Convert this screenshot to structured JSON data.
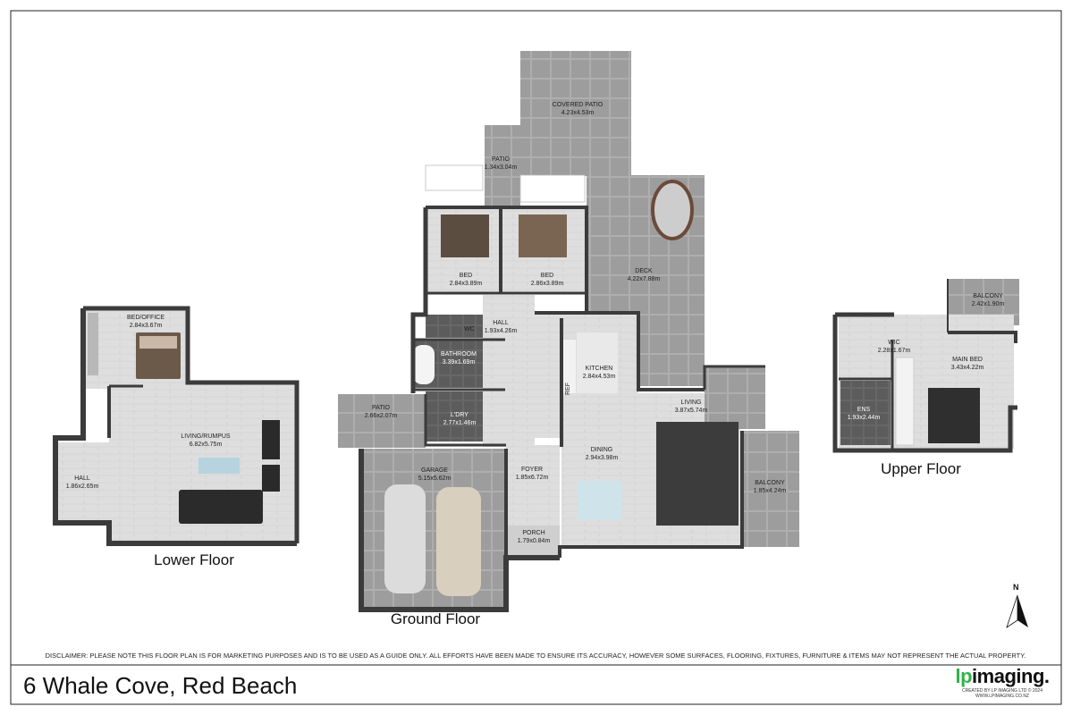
{
  "floors": {
    "lower": "Lower Floor",
    "ground": "Ground Floor",
    "upper": "Upper Floor"
  },
  "rooms": {
    "bed_office": {
      "name": "BED/OFFICE",
      "dims": "2.84x3.67m"
    },
    "living_rumpus": {
      "name": "LIVING/RUMPUS",
      "dims": "6.82x5.75m"
    },
    "hall_lower": {
      "name": "HALL",
      "dims": "1.86x2.65m"
    },
    "covered_patio": {
      "name": "COVERED PATIO",
      "dims": "4.23x4.53m"
    },
    "patio_top": {
      "name": "PATIO",
      "dims": "1.34x3.04m"
    },
    "bed1": {
      "name": "BED",
      "dims": "2.84x3.89m"
    },
    "bed2": {
      "name": "BED",
      "dims": "2.86x3.89m"
    },
    "deck": {
      "name": "DECK",
      "dims": "4.22x7.88m"
    },
    "wc": {
      "name": "WC",
      "dims": ""
    },
    "hall_ground": {
      "name": "HALL",
      "dims": "1.93x4.26m"
    },
    "bathroom": {
      "name": "BATHROOM",
      "dims": "3.39x1.69m"
    },
    "kitchen": {
      "name": "KITCHEN",
      "dims": "2.84x4.53m"
    },
    "ref": {
      "name": "REF",
      "dims": ""
    },
    "patio_left": {
      "name": "PATIO",
      "dims": "2.66x2.07m"
    },
    "ldry": {
      "name": "L'DRY",
      "dims": "2.77x1.46m"
    },
    "living": {
      "name": "LIVING",
      "dims": "3.87x5.74m"
    },
    "garage": {
      "name": "GARAGE",
      "dims": "5.15x5.62m"
    },
    "foyer": {
      "name": "FOYER",
      "dims": "1.85x6.72m"
    },
    "dining": {
      "name": "DINING",
      "dims": "2.94x3.98m"
    },
    "balcony_ground": {
      "name": "BALCONY",
      "dims": "1.85x4.24m"
    },
    "porch": {
      "name": "PORCH",
      "dims": "1.79x0.84m"
    },
    "balcony_upper": {
      "name": "BALCONY",
      "dims": "2.42x1.90m"
    },
    "wic": {
      "name": "WIC",
      "dims": "2.28x1.67m"
    },
    "main_bed": {
      "name": "MAIN BED",
      "dims": "3.43x4.22m"
    },
    "ens": {
      "name": "ENS",
      "dims": "1.93x2.44m"
    }
  },
  "compass": "N",
  "disclaimer": "DISCLAIMER: PLEASE NOTE THIS FLOOR PLAN IS FOR MARKETING PURPOSES AND IS TO BE USED AS A GUIDE ONLY. ALL EFFORTS HAVE BEEN MADE TO ENSURE ITS ACCURACY, HOWEVER SOME SURFACES, FLOORING, FIXTURES, FURNITURE & ITEMS MAY NOT REPRESENT THE ACTUAL PROPERTY.",
  "address": "6 Whale Cove, Red Beach",
  "logo": {
    "lp": "lp",
    "word": "imaging.",
    "created_by": "CREATED BY LP IMAGING LTD © 2024",
    "website": "WWW.LPIMAGING.CO.NZ"
  },
  "colors": {
    "wall": "#3b3b3b",
    "floor_wood": "#dcdcdc",
    "tile": "#9c9c9c",
    "deck_tile": "#8e8e8e",
    "logo_green": "#2db34a"
  }
}
